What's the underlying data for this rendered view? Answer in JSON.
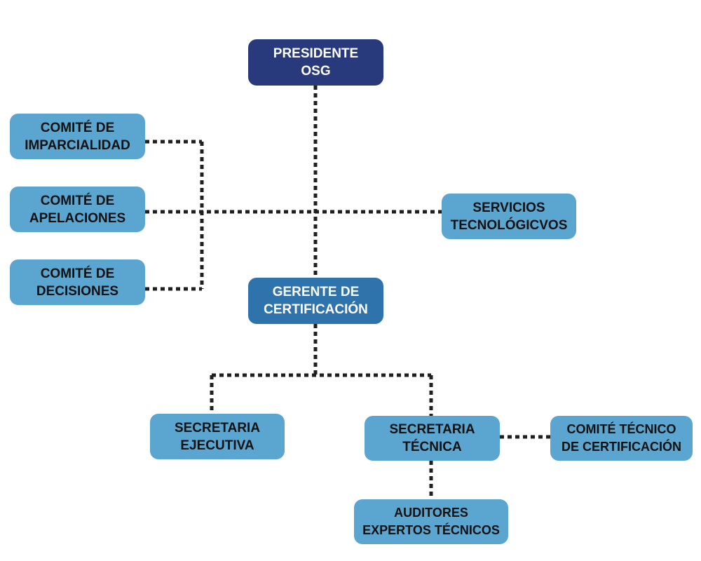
{
  "colors": {
    "top_box": "#283a7c",
    "manager_box": "#2f73ad",
    "unit_box": "#5aa6d0",
    "connector": "#1f1f1f"
  },
  "nodes": {
    "presidente": {
      "line1": "PRESIDENTE",
      "line2": "OSG"
    },
    "comite_imparcialidad": {
      "line1": "COMITÉ DE",
      "line2": "IMPARCIALIDAD"
    },
    "comite_apelaciones": {
      "line1": "COMITÉ DE",
      "line2": "APELACIONES"
    },
    "comite_decisiones": {
      "line1": "COMITÉ DE",
      "line2": "DECISIONES"
    },
    "servicios_tecnologicos": {
      "line1": "SERVICIOS",
      "line2": "TECNOLÓGICVOS"
    },
    "gerente_certificacion": {
      "line1": "GERENTE DE",
      "line2": "CERTIFICACIÓN"
    },
    "secretaria_ejecutiva": {
      "line1": "SECRETARIA",
      "line2": "EJECUTIVA"
    },
    "secretaria_tecnica": {
      "line1": "SECRETARIA",
      "line2": "TÉCNICA"
    },
    "comite_tecnico_certificacion": {
      "line1": "COMITÉ TÉCNICO",
      "line2": "DE CERTIFICACIÓN"
    },
    "auditores": {
      "line1": "AUDITORES",
      "line2": "EXPERTOS TÉCNICOS"
    }
  }
}
